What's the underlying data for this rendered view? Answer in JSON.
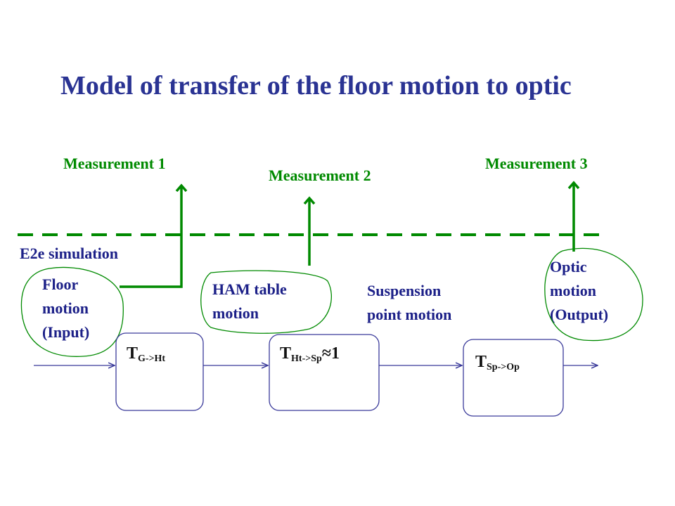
{
  "title": "Model of transfer of the floor motion to optic",
  "measurements": [
    "Measurement 1",
    "Measurement 2",
    "Measurement 3"
  ],
  "sim_label": "E2e simulation",
  "floor_motion": [
    "Floor",
    "motion",
    "(Input)"
  ],
  "ham_motion": [
    "HAM table",
    "motion"
  ],
  "suspension_motion": [
    "Suspension",
    "point motion"
  ],
  "optic_motion": [
    "Optic",
    "motion",
    "(Output)"
  ],
  "transfer_functions": [
    {
      "symbol": "T",
      "subscript": "G->Ht",
      "suffix": ""
    },
    {
      "symbol": "T",
      "subscript": "Ht->Sp",
      "suffix": "≈1"
    },
    {
      "symbol": "T",
      "subscript": "Sp->Op",
      "suffix": ""
    }
  ],
  "colors": {
    "title": "#2a3393",
    "label": "#1c2088",
    "green": "#008a00",
    "box": "#3a3a9a"
  }
}
